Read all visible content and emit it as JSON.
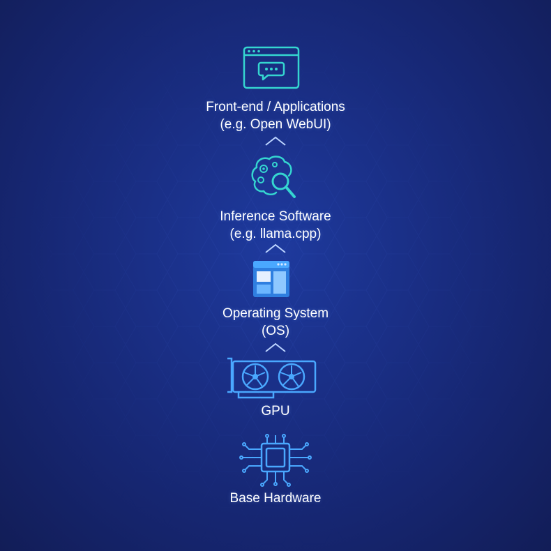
{
  "diagram": {
    "layers": [
      {
        "id": "frontend",
        "label_line1": "Front-end / Applications",
        "label_line2": "(e.g. Open WebUI)",
        "icon": "chat-window-icon"
      },
      {
        "id": "inference",
        "label_line1": "Inference Software",
        "label_line2": "(e.g. llama.cpp)",
        "icon": "brain-magnifier-icon"
      },
      {
        "id": "os",
        "label_line1": "Operating System",
        "label_line2": "(OS)",
        "icon": "app-window-icon"
      },
      {
        "id": "gpu",
        "label_line1": "GPU",
        "icon": "graphics-card-icon"
      },
      {
        "id": "hardware",
        "label_line1": "Base Hardware",
        "icon": "cpu-chip-icon"
      }
    ],
    "colors": {
      "background": "#1a2f86",
      "icon_teal": "#35d6d0",
      "icon_blue": "#4aa8ff",
      "text": "#ffffff",
      "chevron": "#bcd4ff"
    }
  }
}
